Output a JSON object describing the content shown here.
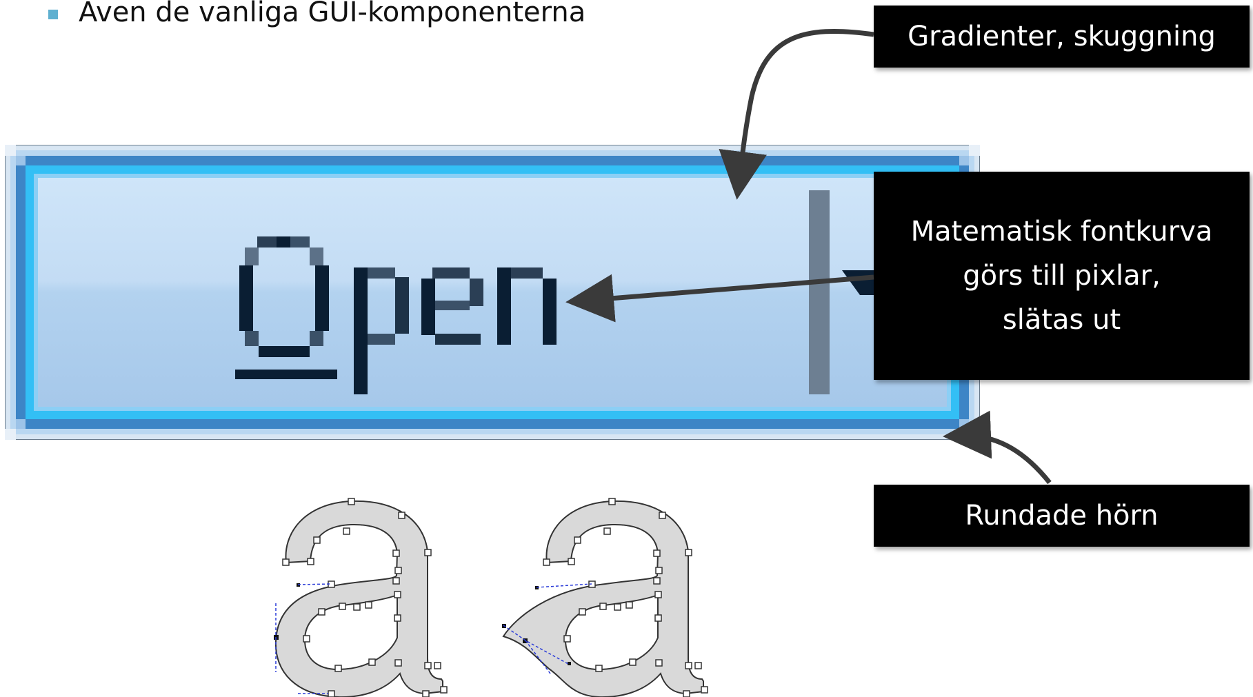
{
  "slide": {
    "bullet_text": "Även de vanliga GUI-komponenterna"
  },
  "callouts": {
    "gradient": "Gradienter, skuggning",
    "math_lines": [
      "Matematisk fontkurva",
      "görs till pixlar,",
      "slätas ut"
    ],
    "rounded": "Rundade hörn"
  },
  "button_zoom": {
    "label": "Open",
    "accent": "#33bff5",
    "border_dark": "#3d85c6",
    "face_light": "#c7e0f7",
    "text_color": "#0a1e33"
  },
  "icons": {
    "bullet": "square-bullet-icon",
    "glyph_left": "letter-a-outline-icon",
    "glyph_right": "letter-a-outline-modified-icon"
  }
}
